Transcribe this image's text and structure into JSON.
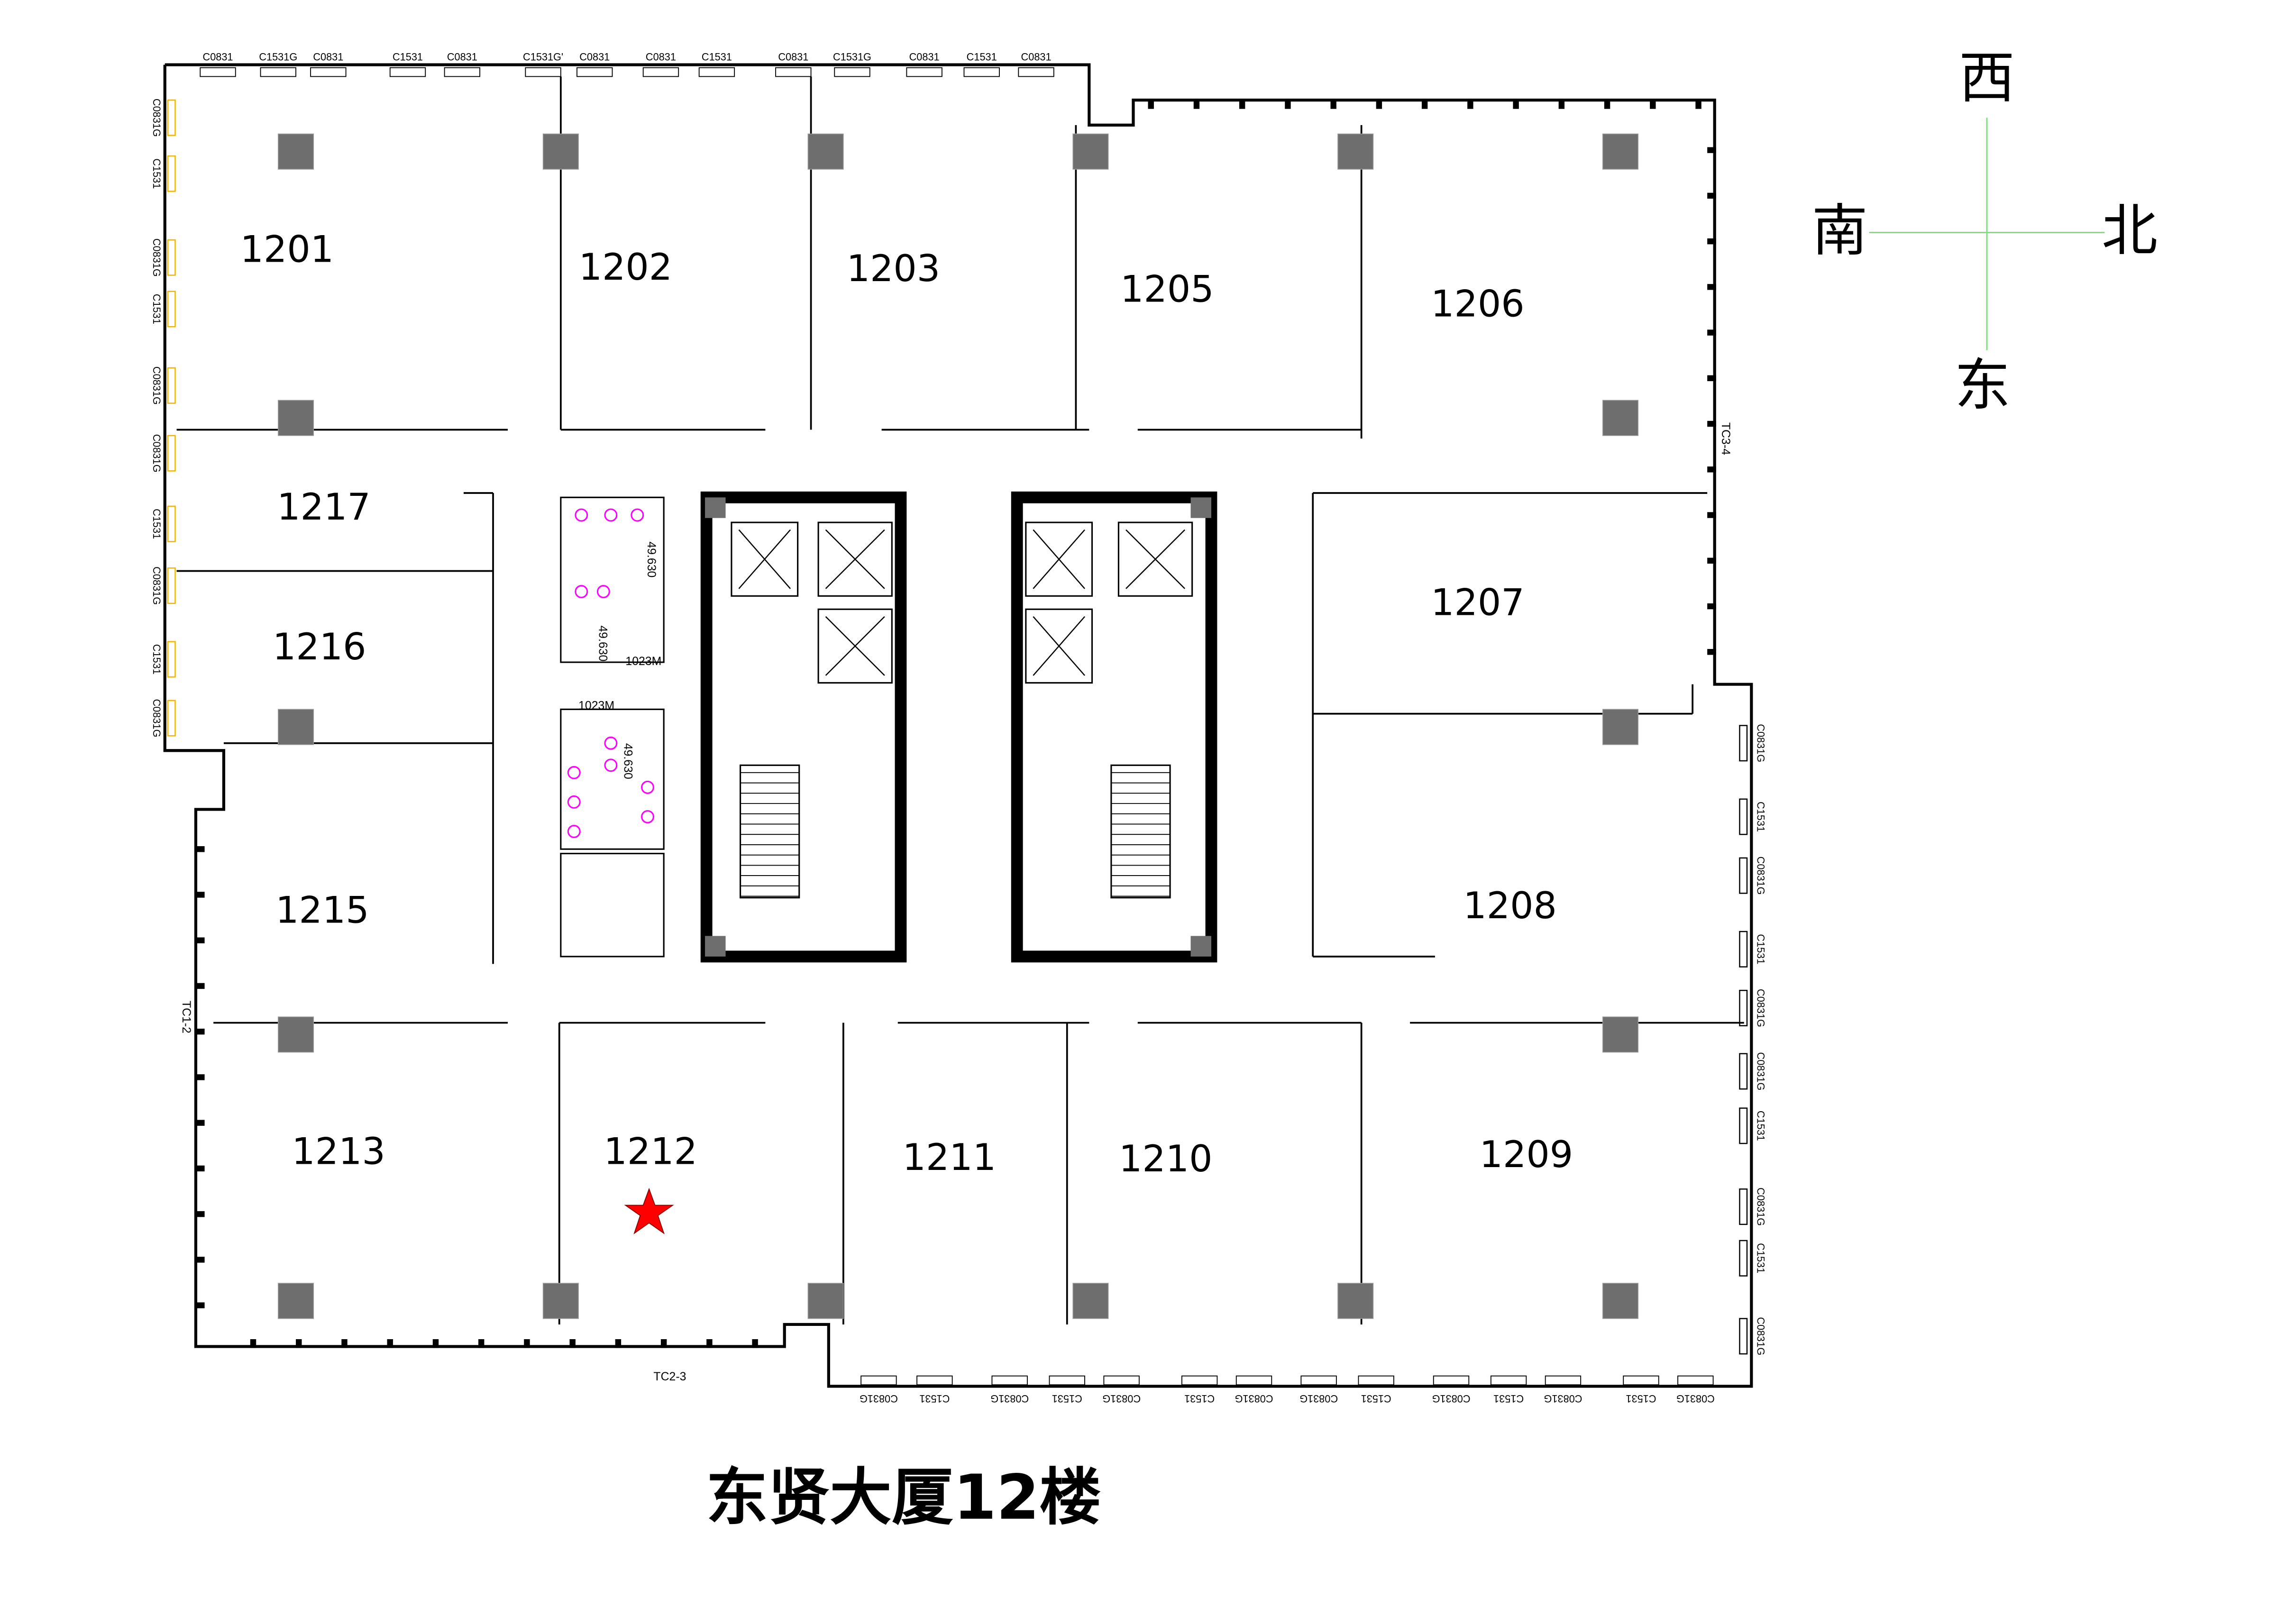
{
  "title": "东贤大厦12楼",
  "compass": {
    "top": "西",
    "left": "南",
    "right": "北",
    "bottom": "东"
  },
  "rooms": [
    "1201",
    "1202",
    "1203",
    "1205",
    "1206",
    "1217",
    "1216",
    "1215",
    "1213",
    "1212",
    "1211",
    "1210",
    "1209",
    "1208",
    "1207"
  ],
  "highlighted_room": "1212",
  "marker_icon": "red-star-icon",
  "windows": {
    "top": [
      "C0831",
      "C1531G",
      "C0831",
      "C1531",
      "C0831",
      "C1531G'",
      "C0831",
      "C0831",
      "C1531",
      "C0831",
      "C1531G",
      "C0831",
      "C1531",
      "C0831"
    ],
    "left": [
      "C0831G",
      "C1531",
      "C0831G",
      "C1531",
      "C0831G",
      "C0831G",
      "C1531",
      "C0831G",
      "C1531",
      "C0831G"
    ],
    "right": [
      "C0831G",
      "C1531",
      "C0831G",
      "C1531",
      "C0831G",
      "C0831G",
      "C1531",
      "C0831G",
      "C1531",
      "C0831G"
    ],
    "bottom": [
      "C0831G",
      "C1531",
      "C0831G",
      "C1531",
      "C0831G",
      "C1531",
      "C0831G",
      "C0831G",
      "C1531",
      "C0831G",
      "C1531",
      "C0831G",
      "C1531",
      "C0831G"
    ]
  },
  "curtain_walls": [
    "TC1-2",
    "TC2-3",
    "TC3-4"
  ],
  "core_labels": {
    "elevation": "49.630",
    "door": "1023M"
  },
  "colors": {
    "wall": "#000000",
    "column": "#6e6e6e",
    "fixture": "#ff00ff",
    "window": "#f0b400",
    "star": "#ff0000",
    "axis": "#7fe07f"
  }
}
